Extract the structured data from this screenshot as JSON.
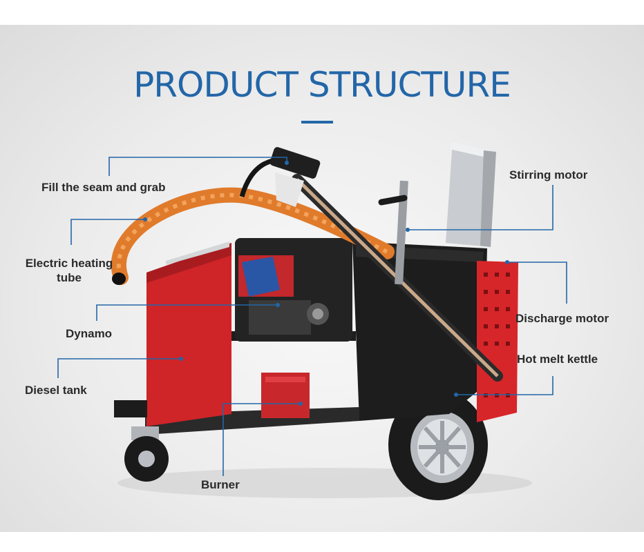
{
  "title": "PRODUCT STRUCTURE",
  "accent_color": "#2366a8",
  "labels": {
    "fill_seam": "Fill the seam and grab",
    "electric_heating_tube": "Electric heating tube",
    "dynamo": "Dynamo",
    "diesel_tank": "Diesel tank",
    "burner": "Burner",
    "stirring_motor": "Stirring motor",
    "discharge_motor": "Discharge motor",
    "hot_melt_kettle": "Hot melt kettle"
  }
}
